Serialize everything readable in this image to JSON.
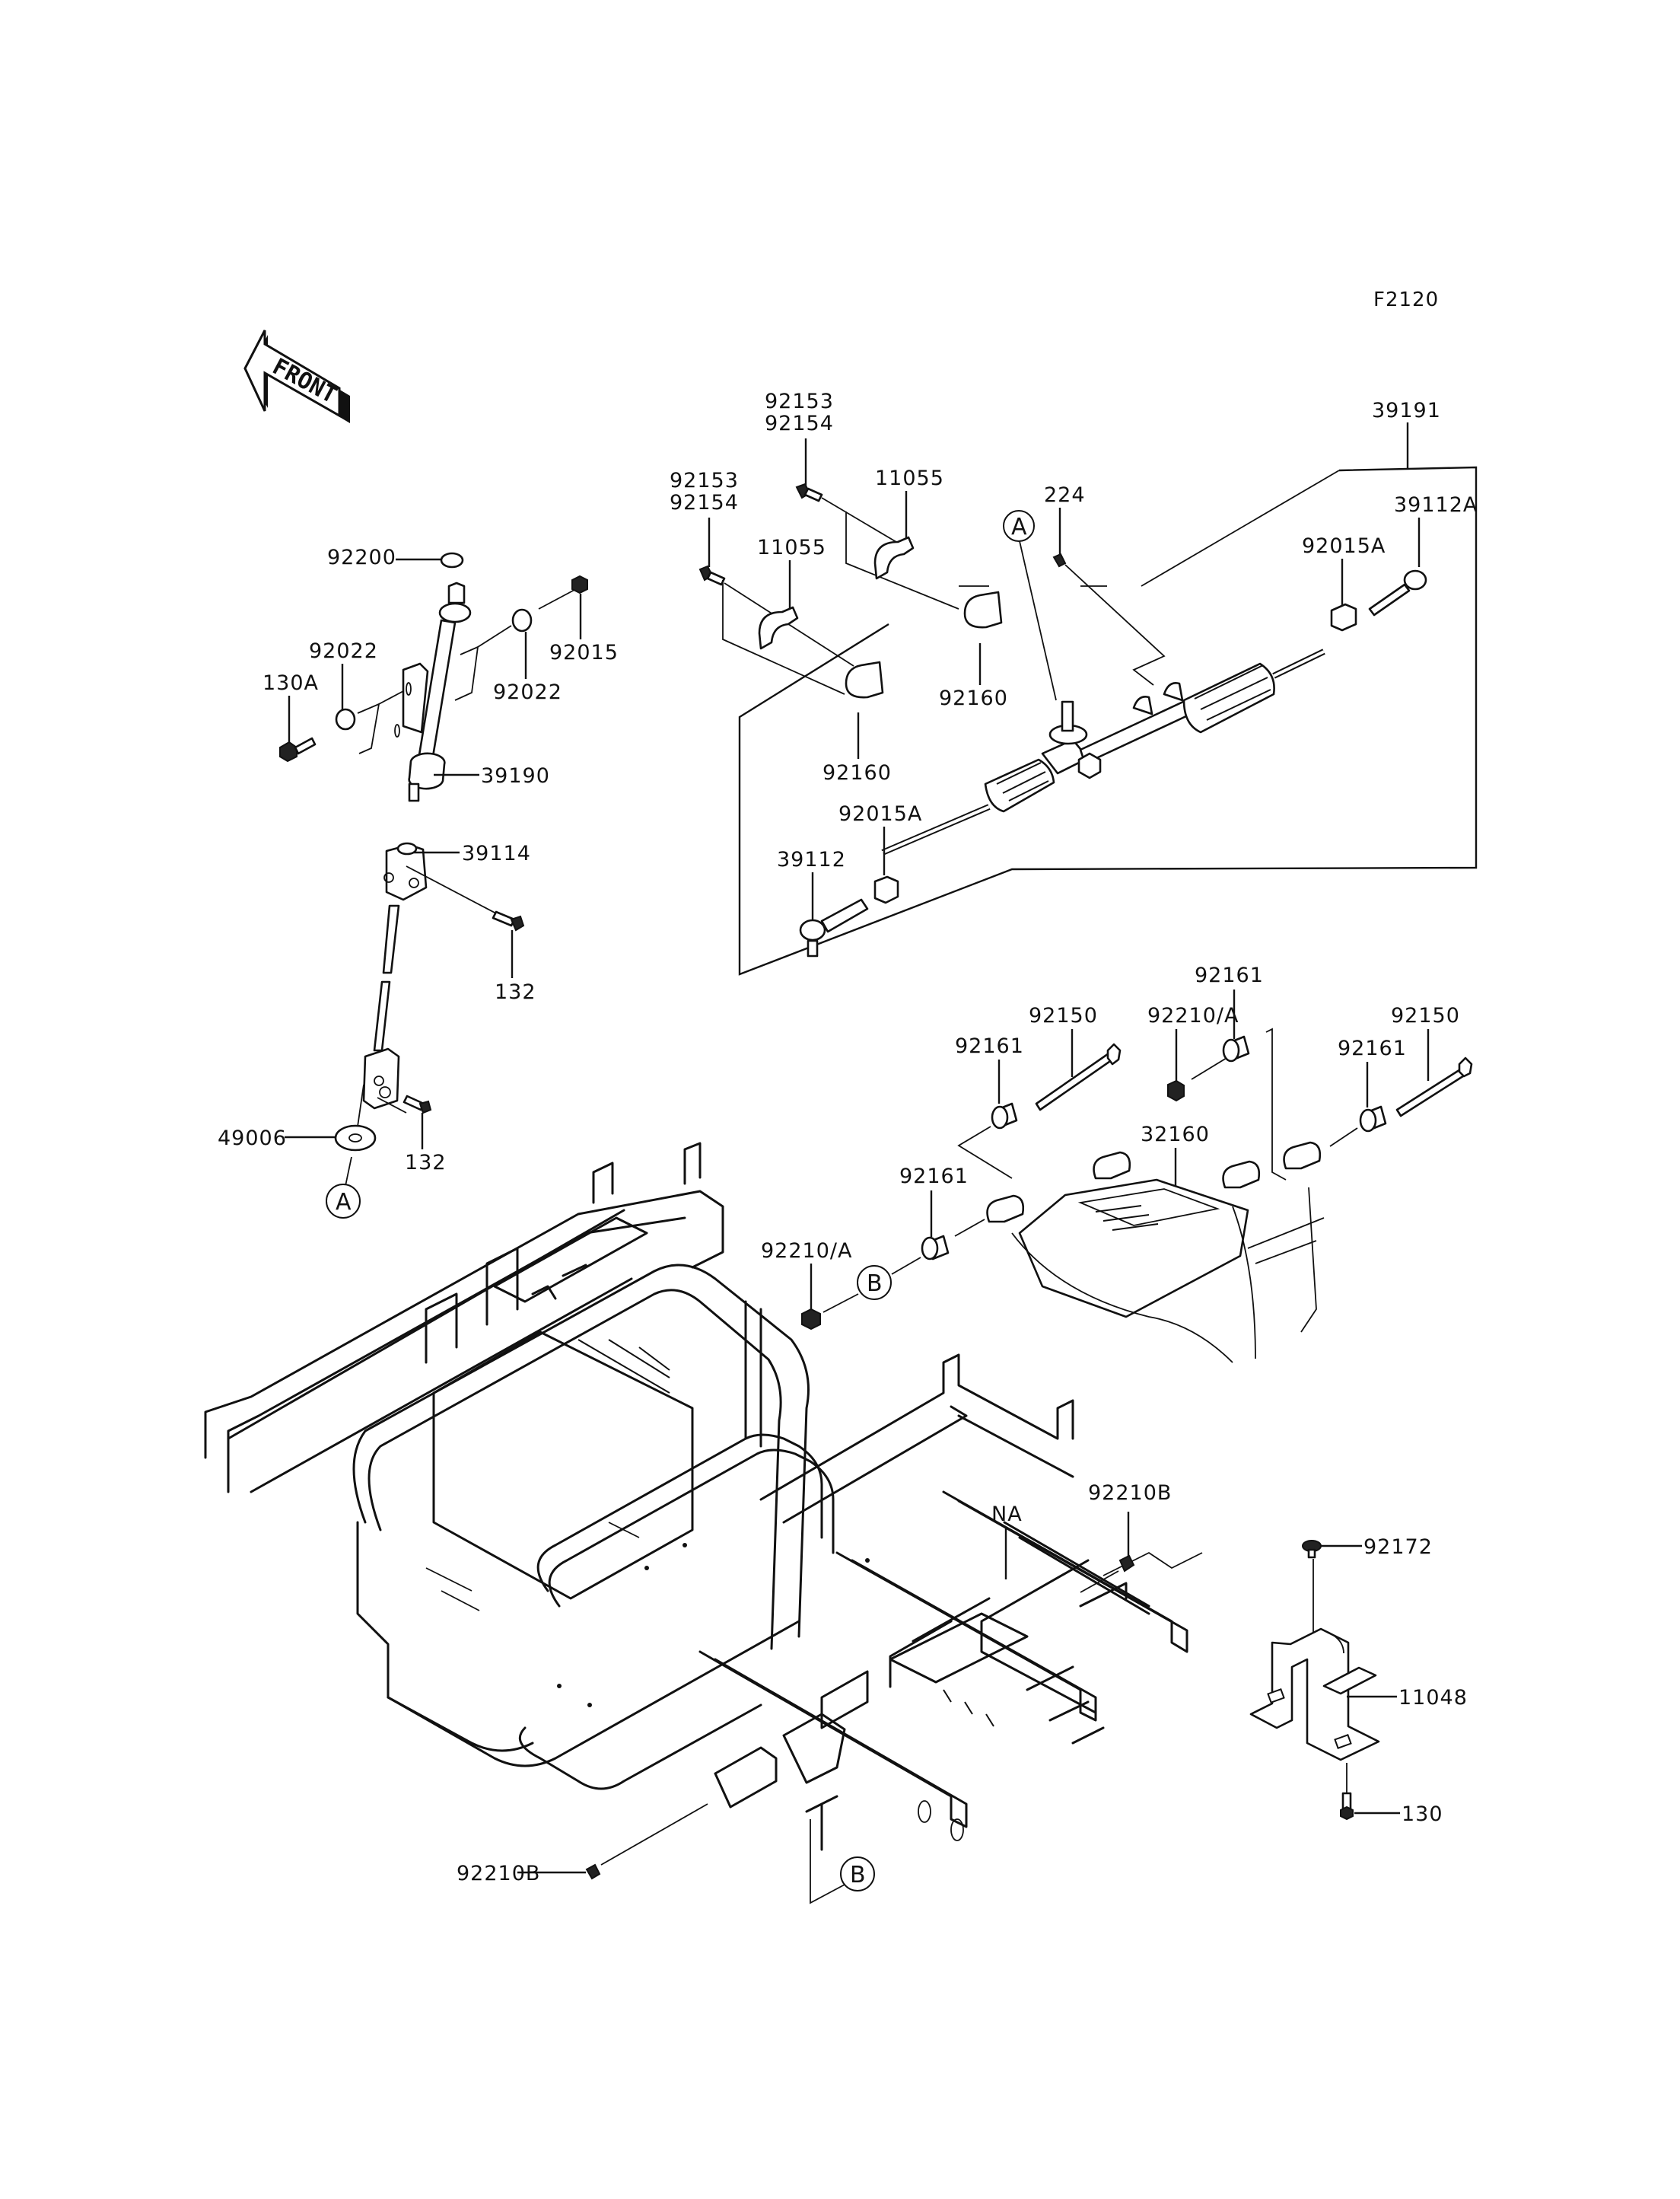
{
  "diagram": {
    "figure_code": "F2120",
    "front_arrow_text": "FRONT",
    "reference_markers": {
      "A_top": "A",
      "A_bottom": "A",
      "B_mid": "B",
      "B_bottom": "B"
    },
    "labels": {
      "p92153_a": "92153",
      "p92154_a": "92154",
      "p92153_b": "92153",
      "p92154_b": "92154",
      "p11055_a": "11055",
      "p11055_b": "11055",
      "p224": "224",
      "p39191": "39191",
      "p39112A": "39112A",
      "p92015A_right": "92015A",
      "p92160_right": "92160",
      "p92160_left": "92160",
      "p92015A_left": "92015A",
      "p39112": "39112",
      "p92200": "92200",
      "p92022_left": "92022",
      "p92022_right": "92022",
      "p92015": "92015",
      "p130A": "130A",
      "p39190": "39190",
      "p39114": "39114",
      "p132_upper": "132",
      "p132_lower": "132",
      "p49006": "49006",
      "p92161_top": "92161",
      "p92150_left": "92150",
      "p92210A_top": "92210/A",
      "p92161_left": "92161",
      "p92161_right": "92161",
      "p92150_right": "92150",
      "p32160": "32160",
      "p92161_bottom": "92161",
      "p92210A_bottom": "92210/A",
      "pNA": "NA",
      "p92210B_right": "92210B",
      "p92210B_left": "92210B",
      "p92172": "92172",
      "p11048": "11048",
      "p130": "130"
    }
  }
}
